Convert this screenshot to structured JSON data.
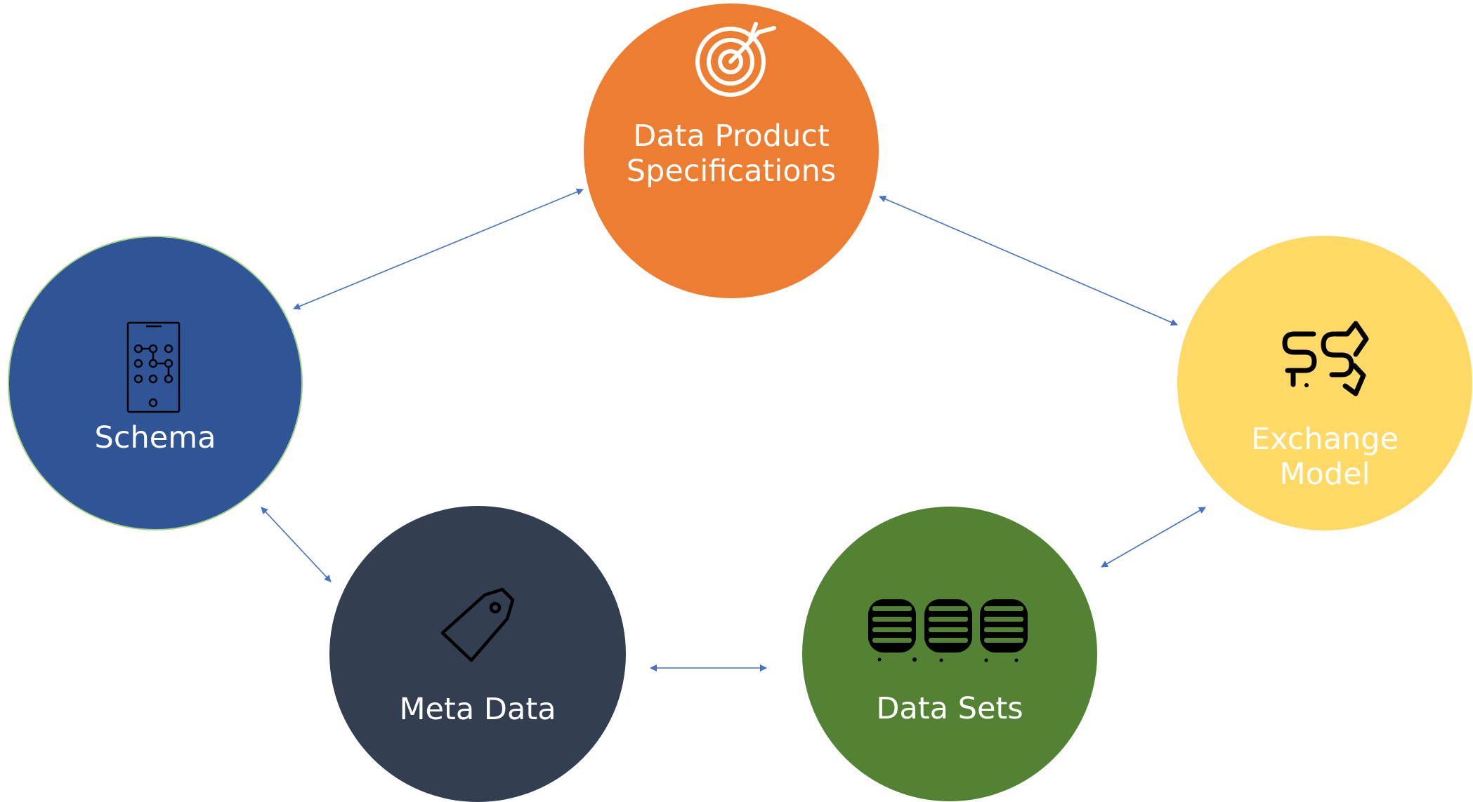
{
  "nodes": {
    "data_product_specifications": {
      "label_line1": "Data Product",
      "label_line2": "Specifications",
      "fill": "#ED7D31",
      "text_color": "#FFFFFF",
      "icon": "target-icon"
    },
    "schema": {
      "label": "Schema",
      "fill": "#2F5597",
      "text_color": "#FFFFFF",
      "icon": "keypad-phone-icon"
    },
    "exchange_model": {
      "label_line1": "Exchange",
      "label_line2": "Model",
      "fill": "#FFD966",
      "text_color": "#FFFFFF",
      "icon": "exchange-arrows-icon"
    },
    "meta_data": {
      "label": "Meta Data",
      "fill": "#333F50",
      "text_color": "#FFFFFF",
      "icon": "tag-icon"
    },
    "data_sets": {
      "label": "Data Sets",
      "fill": "#548235",
      "text_color": "#FFFFFF",
      "icon": "database-stack-icon"
    }
  },
  "connector_color": "#4472C4",
  "connections": [
    {
      "from": "data_product_specifications",
      "to": "schema",
      "direction": "bidirectional"
    },
    {
      "from": "data_product_specifications",
      "to": "exchange_model",
      "direction": "bidirectional"
    },
    {
      "from": "schema",
      "to": "meta_data",
      "direction": "bidirectional"
    },
    {
      "from": "meta_data",
      "to": "data_sets",
      "direction": "bidirectional"
    },
    {
      "from": "data_sets",
      "to": "exchange_model",
      "direction": "bidirectional"
    }
  ]
}
